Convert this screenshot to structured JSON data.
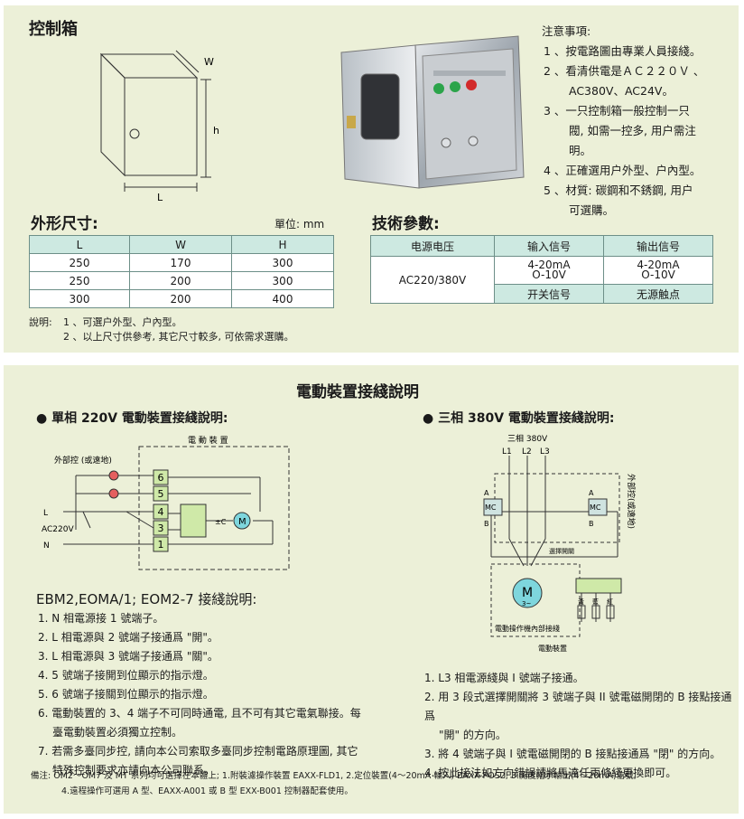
{
  "top": {
    "title": "控制箱",
    "box_labels": {
      "w": "W",
      "h": "h",
      "l": "L"
    },
    "notice": {
      "title": "注意事項:",
      "items": [
        "1 、按電路圖由專業人員接綫。",
        "2 、看清供電是ＡＣ２２０Ｖ 、",
        "AC380V、AC24V。",
        "3 、一只控制箱一般控制一只",
        "閥, 如需一控多, 用户需注",
        "明。",
        "4 、正確選用户外型、户內型。",
        "5 、材質: 碳鋼和不銹鋼, 用户",
        "可選購。"
      ]
    },
    "dimensions": {
      "title": "外形尺寸:",
      "unit": "單位: mm",
      "headers": [
        "L",
        "W",
        "H"
      ],
      "rows": [
        [
          "250",
          "170",
          "300"
        ],
        [
          "250",
          "200",
          "300"
        ],
        [
          "300",
          "200",
          "400"
        ]
      ]
    },
    "notes": {
      "label": "說明:",
      "items": [
        "1 、可選户外型、户內型。",
        "2 、以上尺寸供參考, 其它尺寸較多, 可依需求選購。"
      ]
    },
    "tech": {
      "title": "技術參數:",
      "headers": [
        "电源电压",
        "输入信号",
        "输出信号"
      ],
      "voltage": "AC220/380V",
      "input_signal": [
        "4-20mA",
        "O-10V"
      ],
      "output_signal": [
        "4-20mA",
        "O-10V"
      ],
      "switch_signal": "开关信号",
      "passive_contact": "无源触点"
    }
  },
  "bottom": {
    "title": "電動裝置接綫說明",
    "single_phase": {
      "heading": "單相 220V 電動裝置接綫說明:",
      "diagram": {
        "device": "電 動 裝 置",
        "remote": "外部控 (或遠地)",
        "l": "L",
        "ac": "AC220V",
        "n": "N",
        "terminals": [
          "6",
          "5",
          "4",
          "3",
          "1"
        ],
        "motor": "M",
        "mc": "±C"
      },
      "model_heading": "EBM2,EOMA/1; EOM2-7 接綫說明:",
      "items": [
        "1. N 相電源接 1 號端子。",
        "2. L 相電源與 2 號端子接通爲 \"開\"。",
        "3. L 相電源與 3 號端子接通爲 \"關\"。",
        "4. 5 號端子接開到位顯示的指示燈。",
        "5. 6 號端子接關到位顯示的指示燈。",
        "6. 電動裝置的 3、4 端子不可同時通電, 且不可有其它電氣聯接。每",
        "臺電動裝置必須獨立控制。",
        "7. 若需多臺同步控, 請向本公司索取多臺同步控制電路原理圖, 其它",
        "特殊控制要求亦請向本公司聯系。"
      ]
    },
    "three_phase": {
      "heading": "三相 380V 電動裝置接綫說明:",
      "diagram": {
        "phase": "三相 380V",
        "lines": [
          "L1",
          "L2",
          "L3"
        ],
        "mc": "MC",
        "a": "A",
        "b": "B",
        "remote": "外部控(或遠地)",
        "switch": "選擇開關",
        "motor": "M",
        "motor_sub": "3~",
        "colors": [
          "黃",
          "藍",
          "紅"
        ],
        "internal": "電動操作機內部接綫",
        "device": "電動裝置"
      },
      "items": [
        "1. L3 相電源綫與 I 號端子接通。",
        "2. 用 3 段式選擇開關將 3 號端子與 II 號電磁開閉的 B 接點接通爲",
        "\"開\" 的方向。",
        "3. 將 4 號端子與 I 號電磁開閉的 B 接點接通爲 \"閉\" 的方向。",
        "4. 按此接法如方向錯誤請將馬達任兩條綫更換即可。"
      ]
    },
    "remark": [
      "備注:  OM2～OM7 及 MT 系列均可選擇在本體上; 1.附裝濾操作裝置 EAXX-FLD1, 2.定位裝置(4～20mA 輸入) EAXX-POS2, 3.開度指示輸出(4～20mA)信號,",
      "4.遠程操作可選用 A 型、EAXX-A001 或 B 型 EXX-B001 控制器配套使用。"
    ]
  },
  "colors": {
    "panel": "#ecf0d8",
    "table_header": "#cde9e1",
    "motor": "#7ed6dd",
    "lamp": "#e55f5f",
    "terminal": "#cfe9a8"
  }
}
